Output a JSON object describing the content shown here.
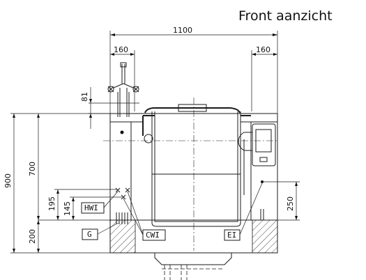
{
  "title": "Front aanzicht",
  "dimensions": {
    "overall_width": "1100",
    "left_offset": "160",
    "right_offset": "160",
    "tap_height": "81",
    "overall_height": "900",
    "body_height": "700",
    "base_height": "200",
    "hot_water_height": "195",
    "cold_water_height": "145",
    "electric_height": "250"
  },
  "labels": {
    "hot_water_inlet": "HWI",
    "gas": "G",
    "cold_water_inlet": "CWI",
    "electric_inlet": "EI"
  }
}
